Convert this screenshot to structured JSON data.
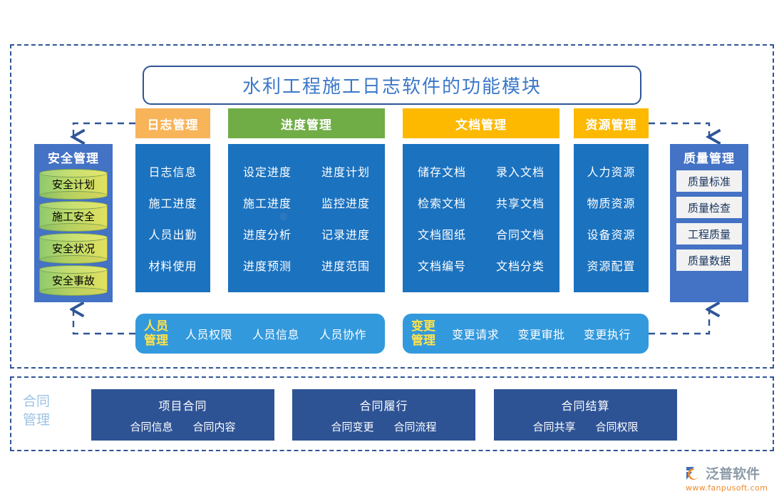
{
  "title": "水利工程施工日志软件的功能模块",
  "tabs": [
    {
      "key": "log",
      "label": "日志管理",
      "color": "#f8b459"
    },
    {
      "key": "progress",
      "label": "进度管理",
      "color": "#70ad47"
    },
    {
      "key": "doc",
      "label": "文档管理",
      "color": "#fcb900"
    },
    {
      "key": "resource",
      "label": "资源管理",
      "color": "#fcb900"
    }
  ],
  "panels": {
    "log": {
      "items": [
        "日志信息",
        "施工进度",
        "人员出勤",
        "材料使用"
      ]
    },
    "progress": {
      "items": [
        "设定进度",
        "进度计划",
        "施工进度",
        "监控进度",
        "进度分析",
        "记录进度",
        "进度预测",
        "进度范围"
      ]
    },
    "doc": {
      "items": [
        "储存文档",
        "录入文档",
        "检索文档",
        "共享文档",
        "文档图纸",
        "合同文档",
        "文档编号",
        "文档分类"
      ]
    },
    "resource": {
      "items": [
        "人力资源",
        "物质资源",
        "设备资源",
        "资源配置"
      ]
    }
  },
  "safety": {
    "title": "安全管理",
    "items": [
      "安全计划",
      "施工安全",
      "安全状况",
      "安全事故"
    ]
  },
  "quality": {
    "title": "质量管理",
    "items": [
      "质量标准",
      "质量检查",
      "工程质量",
      "质量数据"
    ]
  },
  "personnel": {
    "title": "人员\n管理",
    "items": [
      "人员权限",
      "人员信息",
      "人员协作"
    ]
  },
  "change": {
    "title": "变更\n管理",
    "items": [
      "变更请求",
      "变更审批",
      "变更执行"
    ]
  },
  "contract": {
    "label": "合同\n管理",
    "groups": [
      {
        "title": "项目合同",
        "items": [
          "合同信息",
          "合同内容"
        ]
      },
      {
        "title": "合同履行",
        "items": [
          "合同变更",
          "合同流程"
        ]
      },
      {
        "title": "合同结算",
        "items": [
          "合同共享",
          "合同权限"
        ]
      }
    ]
  },
  "watermark": {
    "text": "泛普软件"
  },
  "logo": {
    "name": "泛普软件",
    "url": "www.fanpusoft.com"
  },
  "colors": {
    "frame": "#2f5597",
    "title_text": "#3c78c8",
    "panel_blue": "#1b72bf",
    "side_blue": "#4472c4",
    "round_blue": "#3399dd",
    "round_title_yellow": "#ffe24a",
    "contract_navy": "#2e5395",
    "contract_label": "#9dc3e6",
    "chip_bg": "#f2f2f2",
    "chip_text": "#16325c",
    "cylinder_from": "#8fc96c",
    "cylinder_to": "#e3e05f",
    "logo_orange": "#f08a2c",
    "logo_gray": "#8d9aa8"
  }
}
